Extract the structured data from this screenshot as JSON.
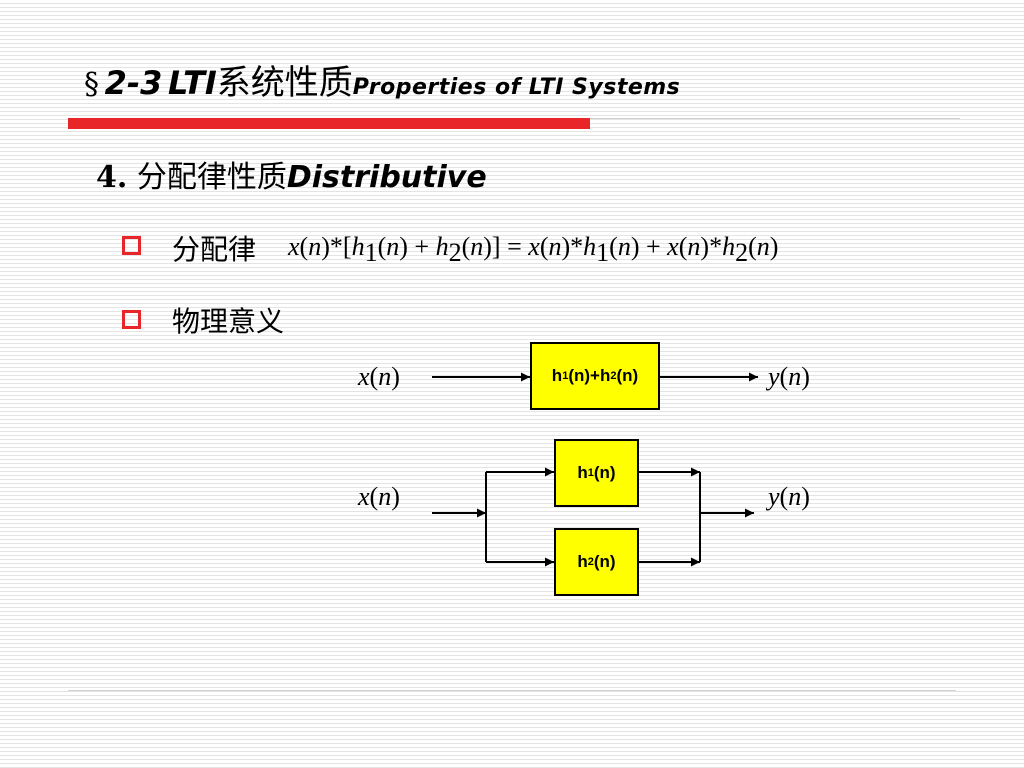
{
  "title": {
    "section_mark": "§",
    "number": "2-3",
    "lti": "LTI",
    "chinese": "系统性质",
    "english": "Properties of  LTI  Systems"
  },
  "heading": {
    "number": "4.",
    "chinese": "分配律性质",
    "english": "Distributive"
  },
  "bullets": [
    {
      "label": "分配律"
    },
    {
      "label": "物理意义"
    }
  ],
  "formula": {
    "x": "x",
    "n": "n",
    "h": "h",
    "lparen": "(",
    "rparen": ")",
    "star": "*",
    "lbracket": "[",
    "rbracket": "]",
    "plus": "+",
    "equals": "=",
    "sub1": "1",
    "sub2": "2"
  },
  "diagram": {
    "input": {
      "var": "x",
      "arg": "n"
    },
    "output": {
      "var": "y",
      "arg": "n"
    },
    "combined_box": {
      "h": "h",
      "sub1": "1",
      "mid": "(n)+h",
      "sub2": "2",
      "end": "(n)"
    },
    "box1": {
      "h": "h",
      "sub": "1",
      "end": "(n)"
    },
    "box2": {
      "h": "h",
      "sub": "2",
      "end": "(n)"
    }
  },
  "colors": {
    "accent_red": "#e8262a",
    "box_fill": "#ffff00"
  }
}
